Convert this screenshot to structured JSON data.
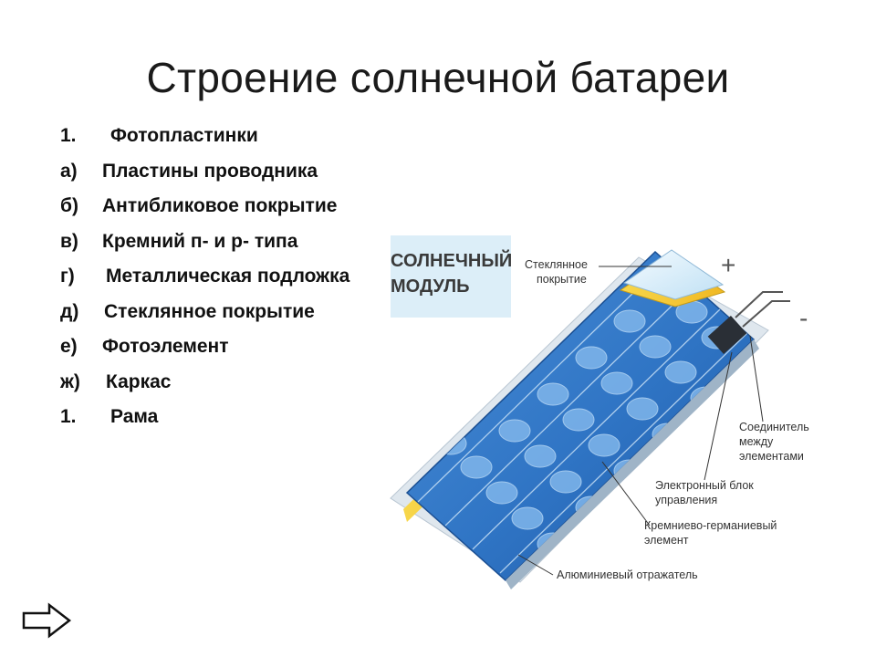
{
  "slide": {
    "title": "Строение солнечной батареи"
  },
  "list": {
    "items": [
      {
        "marker": "1.",
        "text": "Фотопластинки"
      },
      {
        "marker": "а)",
        "text": "Пластины проводника"
      },
      {
        "marker": "б)",
        "text": "Антибликовое покрытие"
      },
      {
        "marker": "в)",
        "text": "Кремний п- и р- типа"
      },
      {
        "marker": "г)",
        "text": "Металлическая подложка"
      },
      {
        "marker": "д)",
        "text": "Стеклянное покрытие"
      },
      {
        "marker": "е)",
        "text": "Фотоэлемент"
      },
      {
        "marker": "ж)",
        "text": "Каркас"
      },
      {
        "marker": "1.",
        "text": "Рама"
      }
    ]
  },
  "diagram": {
    "heading_line1": "СОЛНЕЧНЫЙ",
    "heading_line2": "МОДУЛЬ",
    "plus": "+",
    "minus": "-",
    "label_glass_1": "Стеклянное",
    "label_glass_2": "покрытие",
    "label_connector_1": "Соединитель",
    "label_connector_2": "между",
    "label_connector_3": "элементами",
    "label_control_1": "Электронный блок",
    "label_control_2": "управления",
    "label_element_1": "Кремниево-германиевый",
    "label_element_2": "элемент",
    "label_reflector": "Алюминиевый отражатель"
  },
  "nav": {
    "icon": "next-arrow-icon"
  }
}
